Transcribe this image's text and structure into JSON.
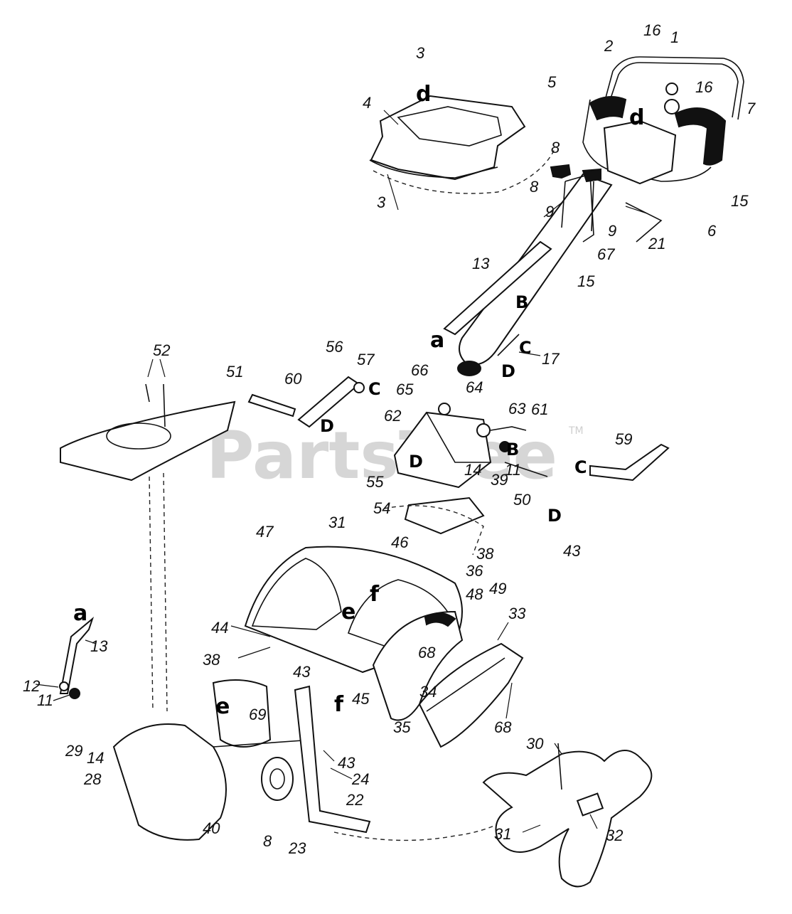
{
  "watermark": {
    "text": "PartsTree",
    "tm": "TM"
  },
  "callouts": {
    "n1": "1",
    "n2": "2",
    "n3a": "3",
    "n3b": "3",
    "n4": "4",
    "n5": "5",
    "n6": "6",
    "n7": "7",
    "n8a": "8",
    "n8b": "8",
    "n8c": "8",
    "n9a": "9",
    "n9b": "9",
    "n11a": "11",
    "n11b": "11",
    "n12": "12",
    "n13a": "13",
    "n13b": "13",
    "n14a": "14",
    "n14b": "14",
    "n15a": "15",
    "n15b": "15",
    "n16a": "16",
    "n16b": "16",
    "n17": "17",
    "n21": "21",
    "n22": "22",
    "n23": "23",
    "n24": "24",
    "n28": "28",
    "n29": "29",
    "n30": "30",
    "n31a": "31",
    "n31b": "31",
    "n32": "32",
    "n33": "33",
    "n34": "34",
    "n35": "35",
    "n36": "36",
    "n38a": "38",
    "n38b": "38",
    "n39": "39",
    "n40": "40",
    "n43a": "43",
    "n43b": "43",
    "n43c": "43",
    "n44": "44",
    "n45": "45",
    "n46": "46",
    "n47": "47",
    "n48": "48",
    "n49": "49",
    "n50": "50",
    "n51": "51",
    "n52": "52",
    "n54": "54",
    "n55": "55",
    "n56": "56",
    "n57": "57",
    "n59": "59",
    "n60": "60",
    "n61": "61",
    "n62": "62",
    "n63": "63",
    "n64": "64",
    "n65": "65",
    "n66": "66",
    "n67": "67",
    "n68a": "68",
    "n68b": "68",
    "n69": "69"
  },
  "letters": {
    "a1": "a",
    "a2": "a",
    "d1": "d",
    "d2": "d",
    "e1": "e",
    "e2": "e",
    "f1": "f",
    "f2": "f",
    "B1": "B",
    "B2": "B",
    "C1": "C",
    "C2": "C",
    "C3": "C",
    "D1": "D",
    "D2": "D",
    "D3": "D",
    "D4": "D"
  }
}
